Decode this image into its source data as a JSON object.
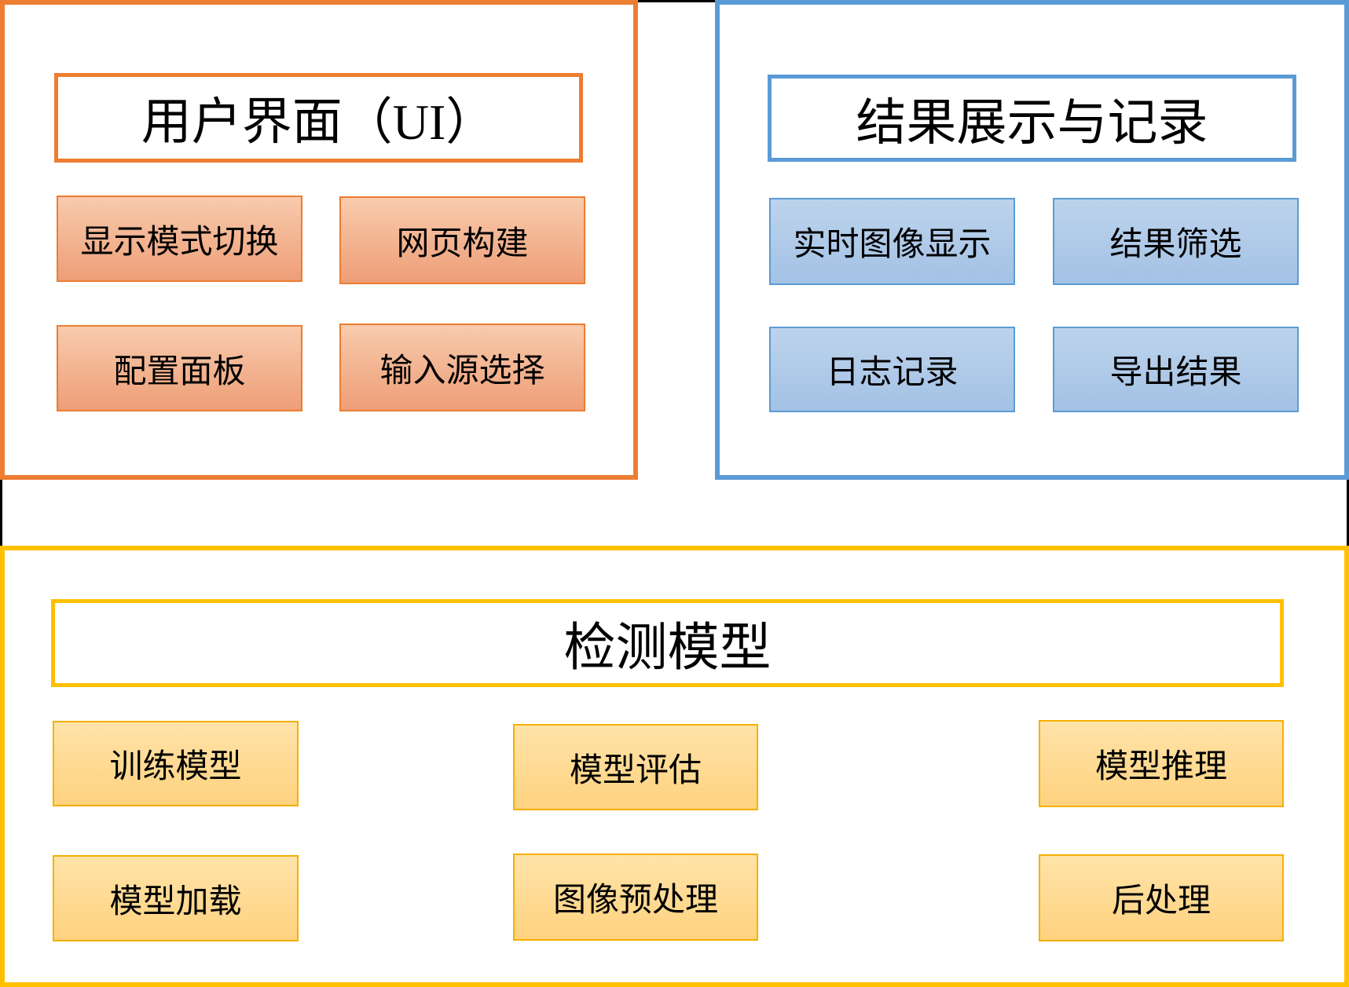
{
  "sections": {
    "ui": {
      "title": "用户界面（UI）",
      "accent_color": "#ED7D31",
      "item_fill_top": "#F8CBAD",
      "item_fill_bottom": "#EE9E77",
      "items": [
        "显示模式切换",
        "网页构建",
        "配置面板",
        "输入源选择"
      ]
    },
    "results": {
      "title": "结果展示与记录",
      "accent_color": "#5B9BD5",
      "item_fill_top": "#BDD3EC",
      "item_fill_bottom": "#A3C2E5",
      "items": [
        "实时图像显示",
        "结果筛选",
        "日志记录",
        "导出结果"
      ]
    },
    "model": {
      "title": "检测模型",
      "accent_color": "#FFC000",
      "item_fill_top": "#FFE3A9",
      "item_fill_bottom": "#FFD27F",
      "items": [
        "训练模型",
        "模型评估",
        "模型推理",
        "模型加载",
        "图像预处理",
        "后处理"
      ]
    }
  },
  "frame_color": "#000000",
  "text_color": "#000000"
}
